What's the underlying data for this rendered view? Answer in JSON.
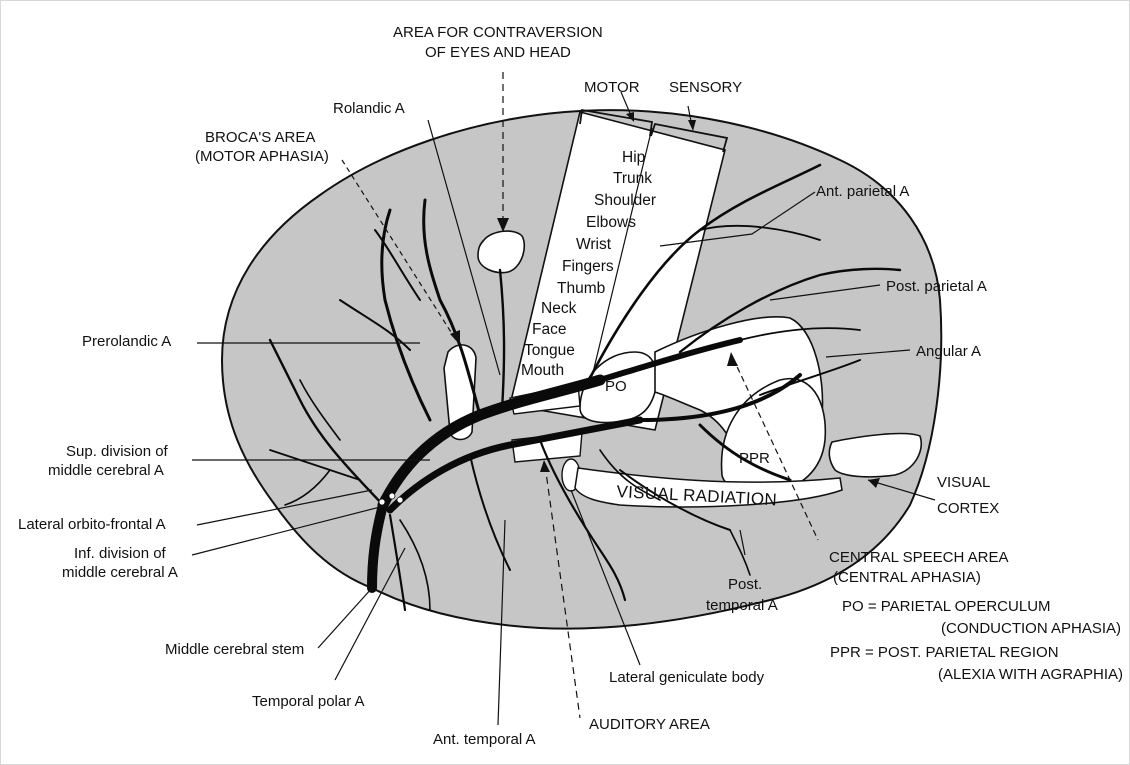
{
  "colors": {
    "brain_fill": "#c6c6c6",
    "area_fill": "#ffffff",
    "vessel": "#0a0a0a",
    "outline": "#111111",
    "label_text": "#111111"
  },
  "labels": {
    "area_contraversion": [
      "AREA FOR CONTRAVERSION",
      "OF EYES AND HEAD"
    ],
    "motor": "MOTOR",
    "sensory": "SENSORY",
    "rolandic": "Rolandic A",
    "broca": [
      "BROCA'S AREA",
      "(MOTOR APHASIA)"
    ],
    "ant_parietal": "Ant. parietal A",
    "post_parietal": "Post. parietal A",
    "prerolandic": "Prerolandic A",
    "angular": "Angular A",
    "sup_division": [
      "Sup. division of",
      "middle cerebral A"
    ],
    "lateral_orbito": "Lateral orbito-frontal A",
    "inf_division": [
      "Inf. division of",
      "middle cerebral A"
    ],
    "visual_cortex": [
      "VISUAL",
      "CORTEX"
    ],
    "central_speech": [
      "CENTRAL SPEECH AREA",
      "(CENTRAL APHASIA)"
    ],
    "po_def": [
      "PO = PARIETAL OPERCULUM",
      "(CONDUCTION APHASIA)"
    ],
    "ppr_def": [
      "PPR = POST. PARIETAL REGION",
      "(ALEXIA WITH AGRAPHIA)"
    ],
    "post_temporal": [
      "Post.",
      "temporal A"
    ],
    "middle_cerebral_stem": "Middle cerebral stem",
    "lateral_geniculate": "Lateral geniculate body",
    "temporal_polar": "Temporal polar A",
    "auditory_area": "AUDITORY AREA",
    "ant_temporal": "Ant. temporal A",
    "po": "PO",
    "ppr": "PPR",
    "visual_radiation": "VISUAL RADIATION"
  },
  "homunculus": [
    "Hip",
    "Trunk",
    "Shoulder",
    "Elbows",
    "Wrist",
    "Fingers",
    "Thumb",
    "Neck",
    "Face",
    "Tongue",
    "Mouth"
  ]
}
